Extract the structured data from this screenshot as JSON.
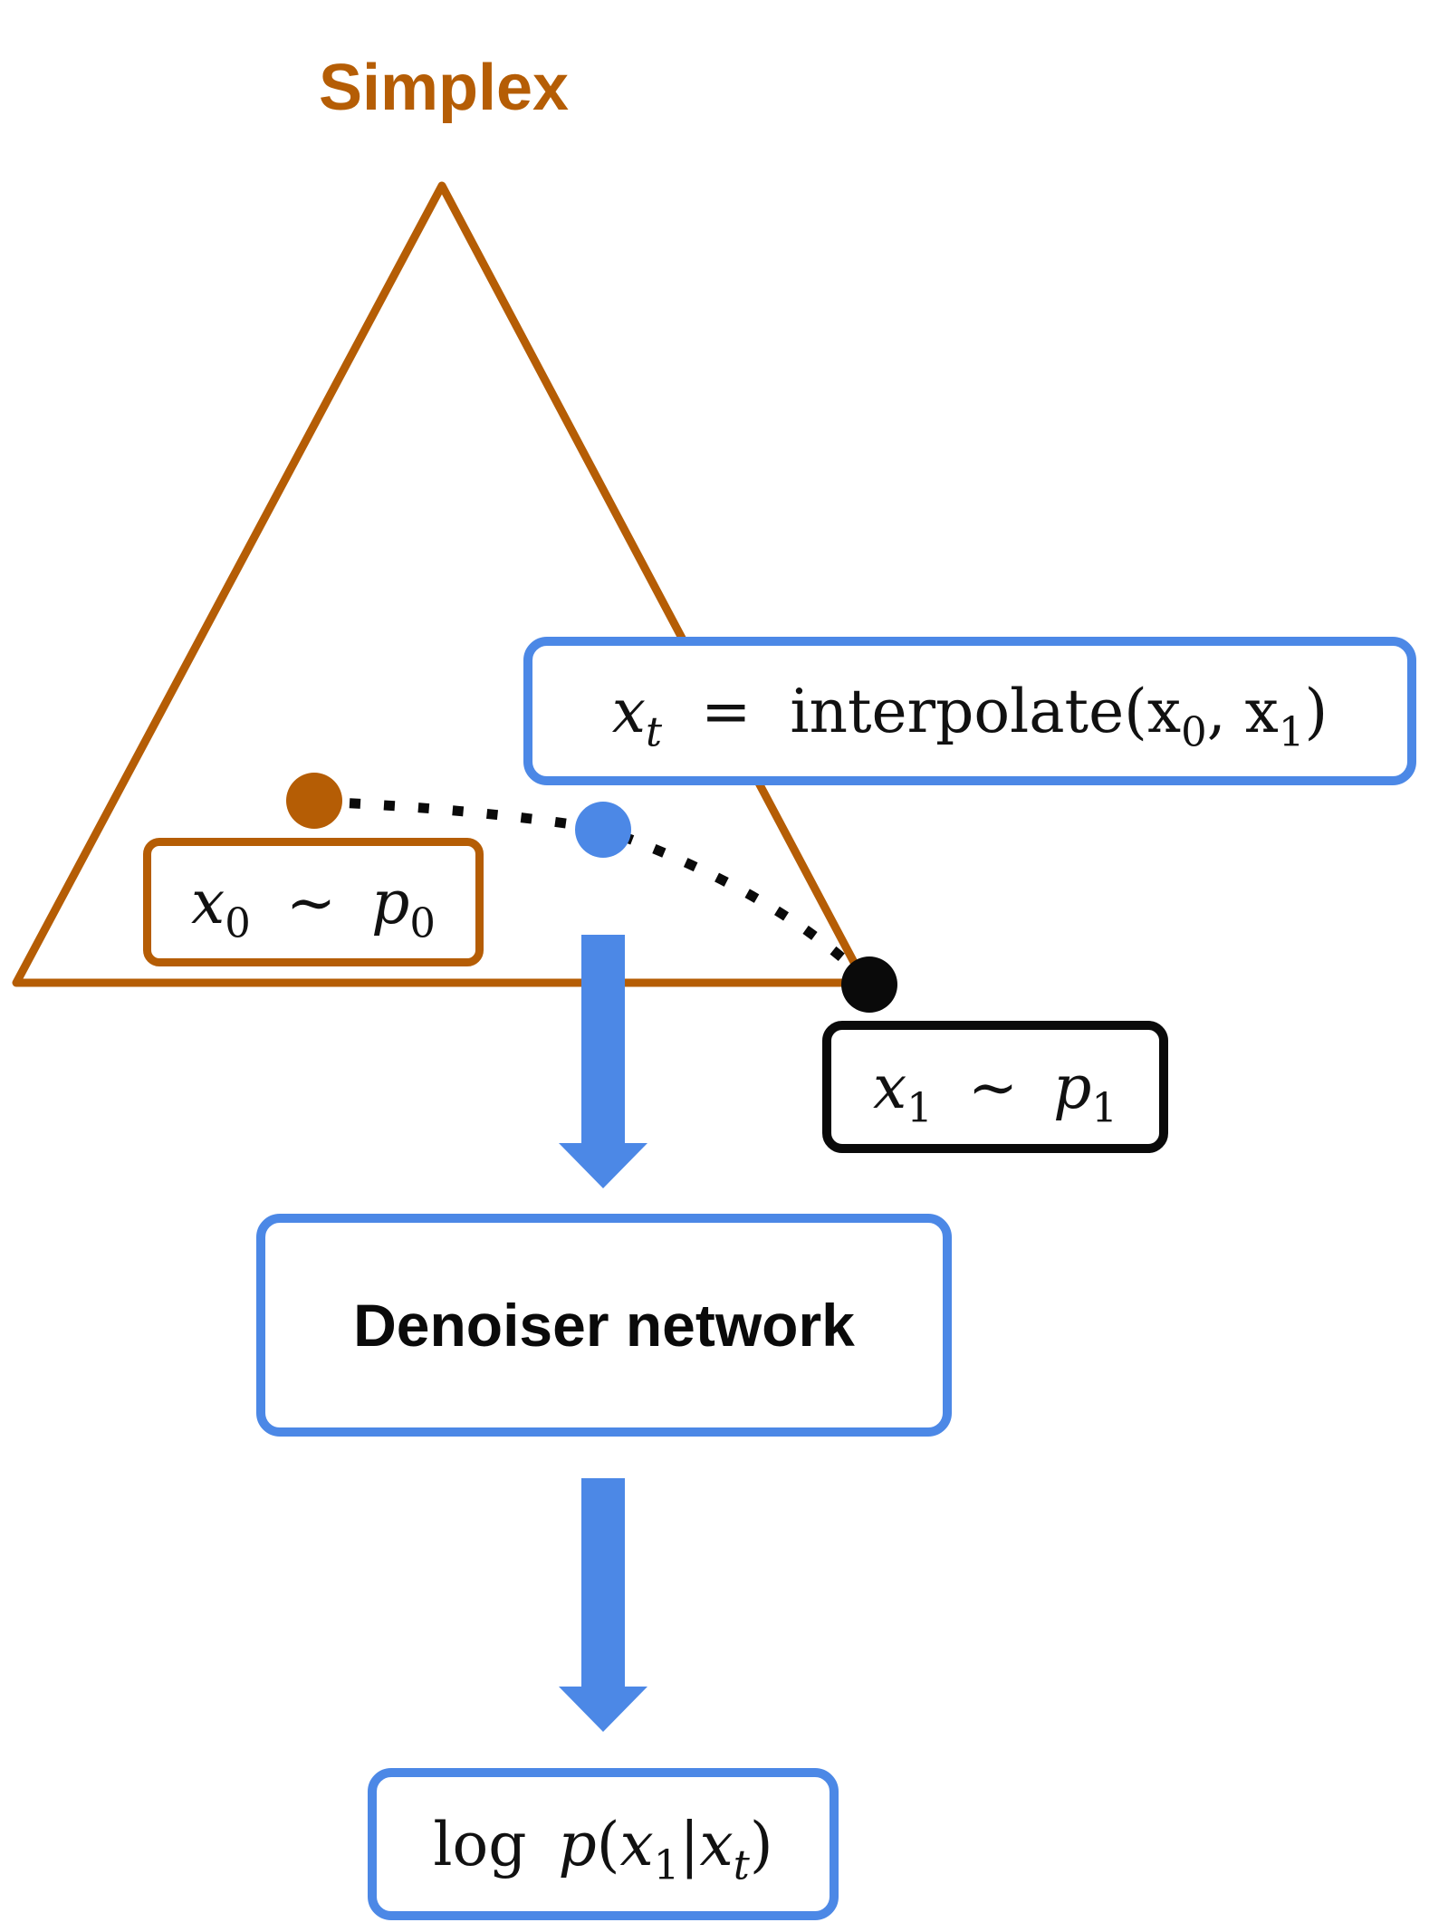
{
  "title": "Simplex",
  "colors": {
    "simplex": "#b55d05",
    "interpolant": "#4c88e6",
    "target": "#0a0a0a"
  },
  "labels": {
    "x0_var": "x",
    "x0_sub": "0",
    "x0_tilde": "∼",
    "x0_dist": "p",
    "x0_dist_sub": "0",
    "xt_var": "x",
    "xt_sub": "t",
    "xt_eq": "=",
    "xt_func": "interpolate(",
    "xt_arg0": "x",
    "xt_arg0_sub": "0",
    "xt_comma": ", ",
    "xt_arg1": "x",
    "xt_arg1_sub": "1",
    "xt_close": ")",
    "x1_var": "x",
    "x1_sub": "1",
    "x1_tilde": "∼",
    "x1_dist": "p",
    "x1_dist_sub": "1",
    "denoiser": "Denoiser network",
    "out_log": "log",
    "out_p": "p",
    "out_open": "(",
    "out_x1": "x",
    "out_x1_sub": "1",
    "out_bar": "|",
    "out_xt": "x",
    "out_xt_sub": "t",
    "out_close": ")"
  }
}
